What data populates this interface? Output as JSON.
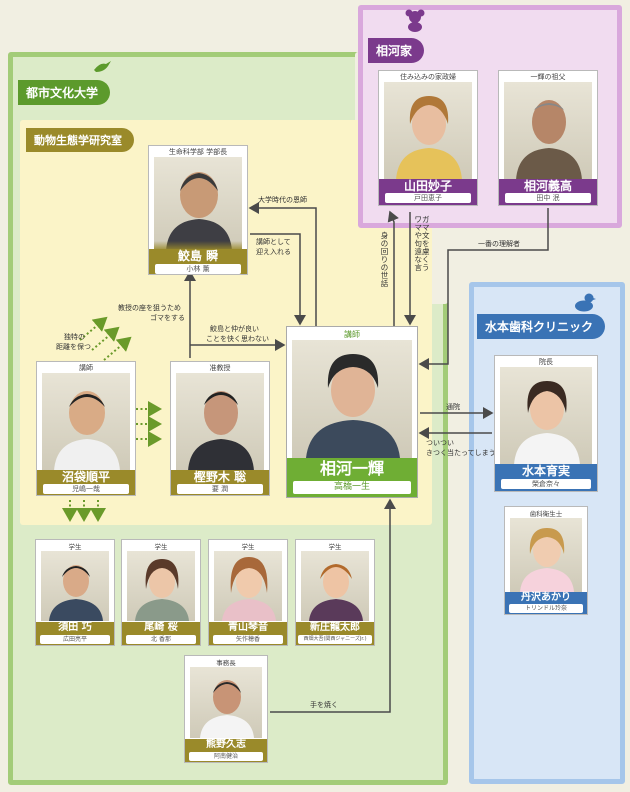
{
  "colors": {
    "green": "#5c9a2c",
    "olive": "#9a8a2a",
    "purple": "#7b3a8c",
    "blue": "#3a73b5",
    "lab_bg": "#fbf4c8",
    "uni_bg": "#dcebc8",
    "family_bg": "#f1dcf0",
    "clinic_bg": "#d8e6f6"
  },
  "sections": {
    "university": "都市文化大学",
    "lab": "動物生態学研究室",
    "family": "相河家",
    "clinic": "水本歯科クリニック"
  },
  "characters": {
    "samejima": {
      "role": "生命科学部 学部長",
      "name": "鮫島 瞬",
      "actor": "小林 薫"
    },
    "numabukuro": {
      "role": "講師",
      "name": "沼袋順平",
      "actor": "児嶋一哉"
    },
    "kashinoki": {
      "role": "准教授",
      "name": "樫野木 聡",
      "actor": "要 潤"
    },
    "aikawa_ikki": {
      "role": "講師",
      "name": "相河一輝",
      "actor": "高橋一生"
    },
    "yamada": {
      "role": "住み込みの家政婦",
      "name": "山田妙子",
      "actor": "戸田恵子"
    },
    "aikawa_yoshitaka": {
      "role": "一輝の祖父",
      "name": "相河義高",
      "actor": "田中 泯"
    },
    "mizumoto": {
      "role": "院長",
      "name": "水本育実",
      "actor": "榮倉奈々"
    },
    "tanzawa": {
      "role": "歯科衛生士",
      "name": "丹沢あかり",
      "actor": "トリンドル玲奈"
    },
    "suda": {
      "role": "学生",
      "name": "須田 巧",
      "actor": "広田亮平"
    },
    "ozaki": {
      "role": "学生",
      "name": "尾崎 桜",
      "actor": "北 香那"
    },
    "aoyama": {
      "role": "学生",
      "name": "青山琴音",
      "actor": "矢作穂香"
    },
    "shinjo": {
      "role": "学生",
      "name": "新庄龍太郎",
      "actor": "西畑大吾(関西ジャニーズJr.)"
    },
    "kumano": {
      "role": "事務長",
      "name": "熊野久志",
      "actor": "阿南健治"
    }
  },
  "relations": {
    "college_mentor": "大学時代の恩師",
    "invite_lecturer_1": "講師として",
    "invite_lecturer_2": "迎え入れる",
    "dokutoku_1": "独特の",
    "dokutoku_2": "距離を保つ",
    "ambition_1": "教授の座を狙うため",
    "ambition_2": "ゴマをする",
    "jealous_1": "鮫島と仲が良い",
    "jealous_2": "ことを快く思わない",
    "caretaker": "身の回りの世話",
    "wagamama": "ワガママや文句を遠慮なく言う",
    "best_understander": "一番の理解者",
    "patient": "通院",
    "clash_1": "ついつい",
    "clash_2": "きつく当たってしまう",
    "helpful": "手を焼く"
  }
}
